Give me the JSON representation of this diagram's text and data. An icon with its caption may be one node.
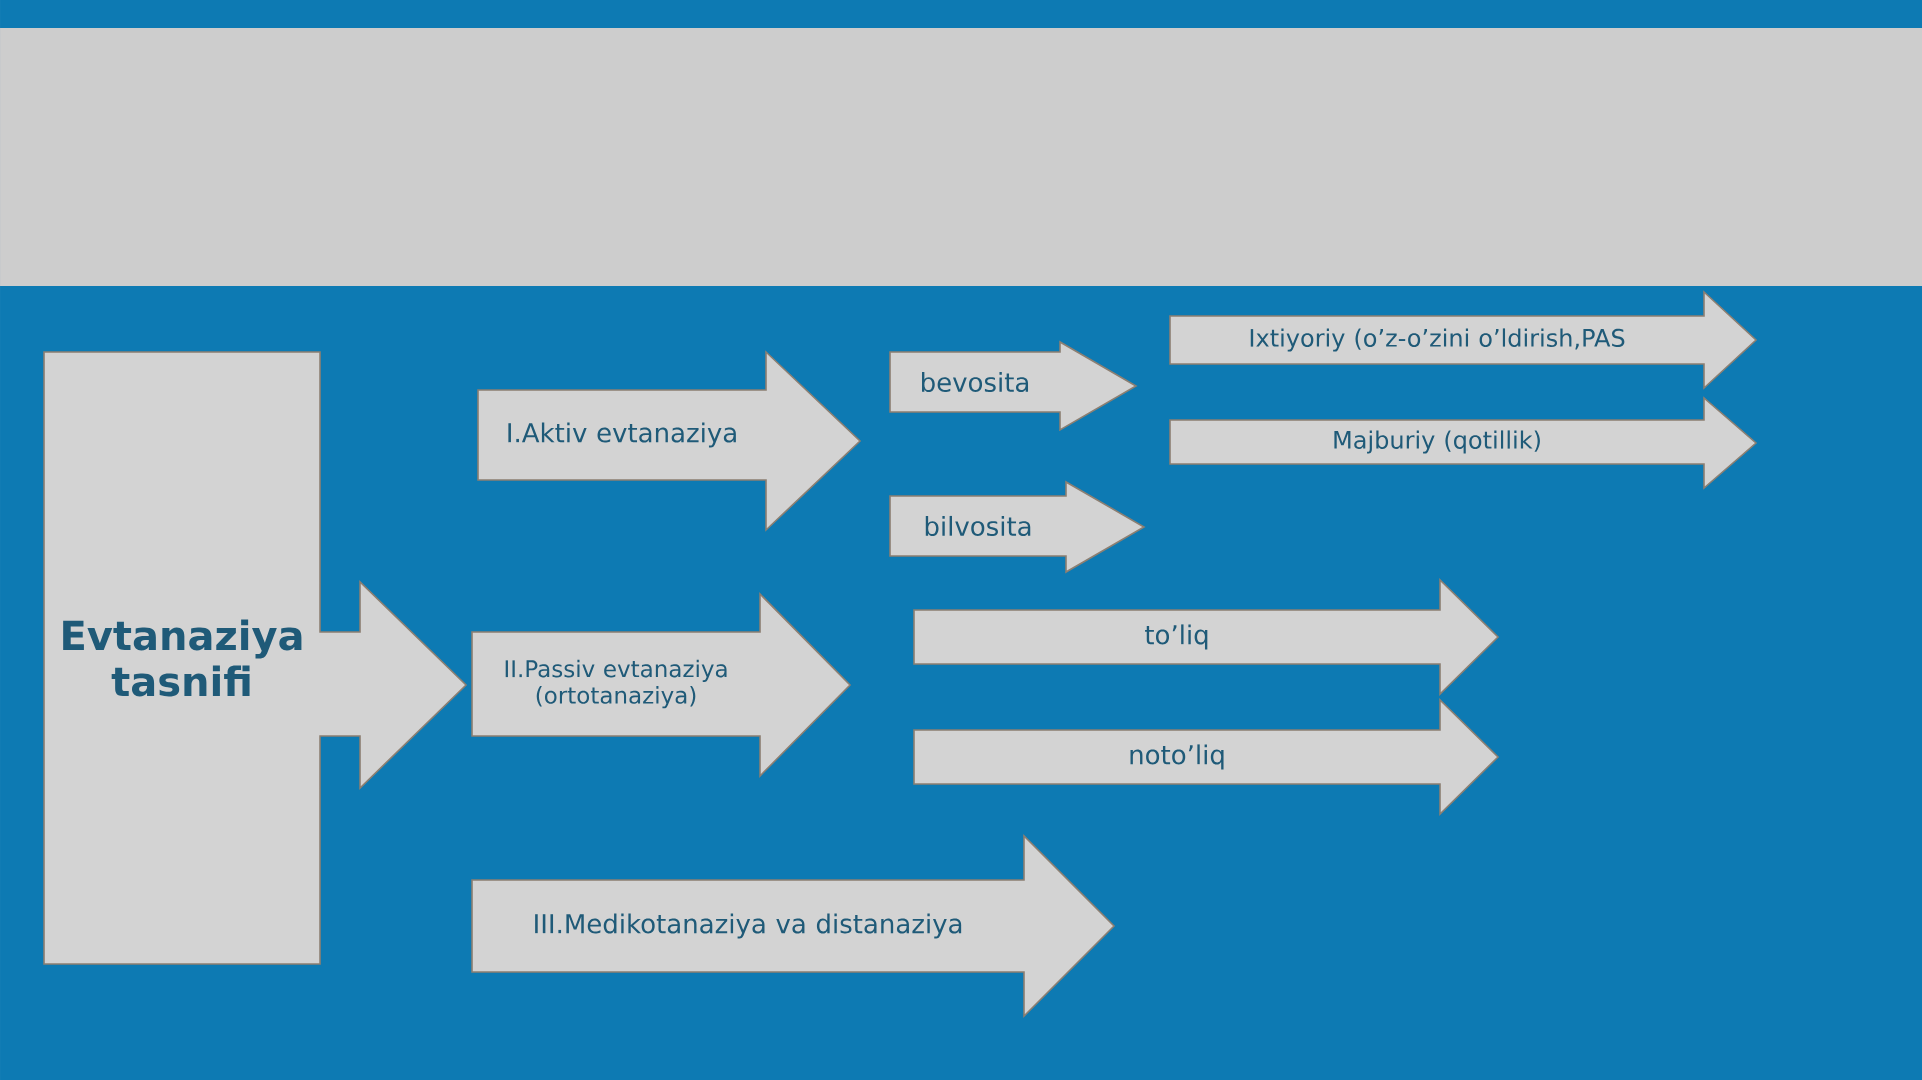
{
  "diagram": {
    "nodes": [
      {
        "text": [
          "Evtanaziya tasnifi"
        ]
      },
      {
        "text": [
          "I.Aktiv evtanaziya"
        ]
      },
      {
        "text": [
          "Ixtiyoriy (o’z-o’zini o’ldirish,PAS"
        ]
      },
      {
        "text": [
          "bevosita"
        ]
      },
      {
        "text": [
          "Majburiy (qotillik)"
        ]
      },
      {
        "text": [
          "bilvosita"
        ]
      },
      {
        "text": [
          "II.Passiv evtanaziya (ortotanaziya)"
        ]
      },
      {
        "text": [
          "to’liq"
        ]
      },
      {
        "text": [
          "noto’liq"
        ]
      },
      {
        "text": [
          "III.Medikotanaziya va distanaziya"
        ]
      }
    ]
  }
}
